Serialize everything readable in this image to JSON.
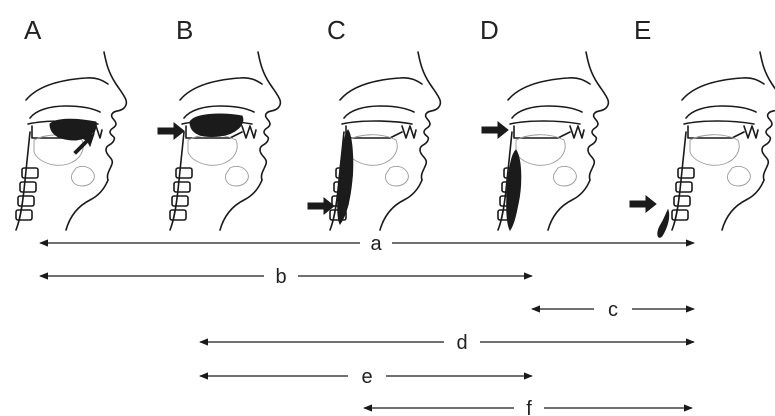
{
  "panels": [
    {
      "letter": "A",
      "bolus": "oral"
    },
    {
      "letter": "B",
      "bolus": "oral-posterior"
    },
    {
      "letter": "C",
      "bolus": "pharyngeal"
    },
    {
      "letter": "D",
      "bolus": "hypopharyngeal"
    },
    {
      "letter": "E",
      "bolus": "esophageal"
    }
  ],
  "spans": [
    {
      "label": "a",
      "from": "A",
      "to": "E"
    },
    {
      "label": "b",
      "from": "A",
      "to": "D"
    },
    {
      "label": "c",
      "from": "D",
      "to": "E"
    },
    {
      "label": "d",
      "from": "B",
      "to": "E"
    },
    {
      "label": "e",
      "from": "B",
      "to": "D"
    },
    {
      "label": "f",
      "from": "C",
      "to": "E"
    }
  ],
  "colors": {
    "ink": "#1a1a1a",
    "bolus": "#1b1b1b",
    "tissue": "#9a9a9a"
  }
}
